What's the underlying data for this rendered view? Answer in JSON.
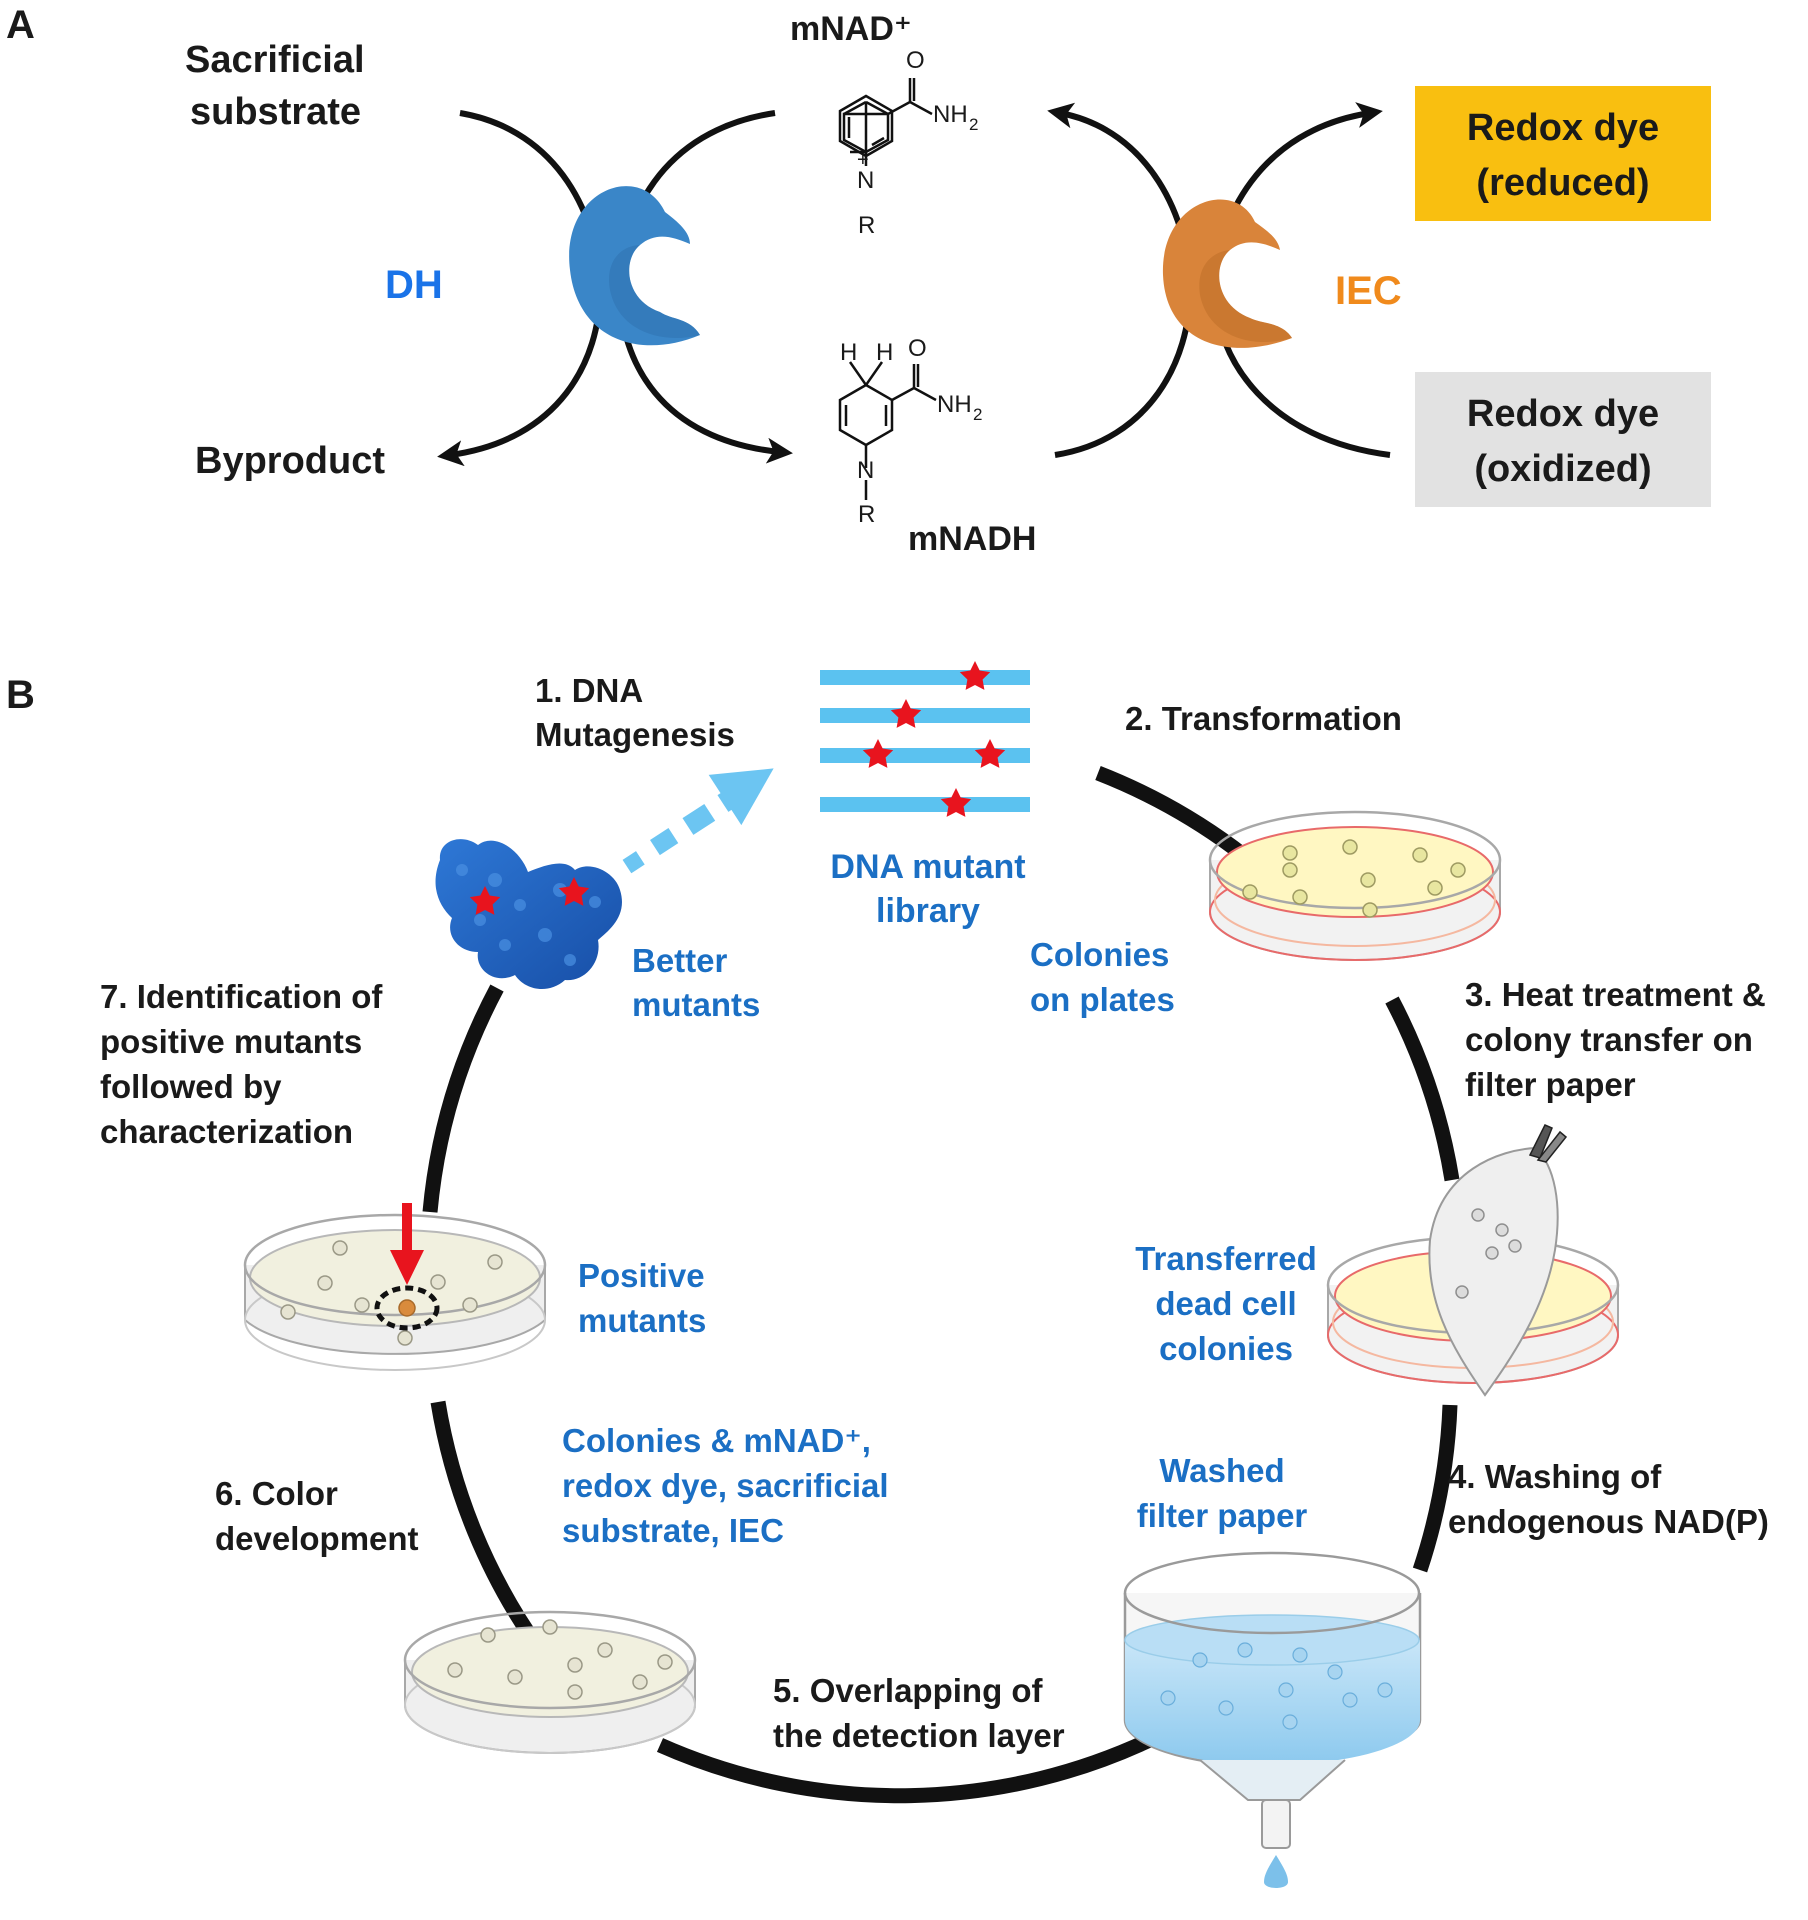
{
  "panel_a": {
    "label": "A",
    "sacrificial_substrate": [
      "Sacrificial",
      "substrate"
    ],
    "byproduct": "Byproduct",
    "dh": "DH",
    "iec": "IEC",
    "mnad_plus": "mNAD⁺",
    "mnadh": "mNADH",
    "dye_reduced": [
      "Redox dye",
      "(reduced)"
    ],
    "dye_oxidized": [
      "Redox dye",
      "(oxidized)"
    ],
    "chem_o": "O",
    "chem_nh2": "NH",
    "chem_nh2_sub": "2",
    "chem_n": "N",
    "chem_r": "R",
    "chem_h": "H",
    "chem_plus": "+",
    "colors": {
      "dh_enzyme": "#3a86c8",
      "iec_enzyme": "#d9843a",
      "dh_label": "#1a73e8",
      "iec_label": "#f08a1c",
      "reduced_box": "#f9bf10",
      "oxidized_box": "#e2e2e2"
    }
  },
  "panel_b": {
    "label": "B",
    "step1": [
      "1. DNA",
      "Mutagenesis"
    ],
    "step2": "2. Transformation",
    "step3": [
      "3. Heat treatment &",
      "colony transfer on",
      "filter paper"
    ],
    "step4": [
      "4. Washing of",
      "endogenous NAD(P)"
    ],
    "step5": [
      "5. Overlapping of",
      "the detection layer"
    ],
    "step6": [
      "6. Color",
      "development"
    ],
    "step7": [
      "7. Identification of",
      "positive mutants",
      "followed by",
      "characterization"
    ],
    "dna_library": [
      "DNA mutant",
      "library"
    ],
    "colonies_on_plates": [
      "Colonies",
      "on plates"
    ],
    "transferred": [
      "Transferred",
      "dead cell",
      "colonies"
    ],
    "washed": [
      "Washed",
      "filter paper"
    ],
    "detection_mix": [
      "Colonies & mNAD⁺,",
      "redox dye, sacrificial",
      "substrate, IEC"
    ],
    "positive_mutants": [
      "Positive",
      "mutants"
    ],
    "better_mutants": [
      "Better",
      "mutants"
    ],
    "colors": {
      "label_blue": "#1b6fc4",
      "dna_strand": "#5bc2f0",
      "mutation_star": "#e8141e",
      "protein": "#1f5fc8",
      "arrow_dashed": "#6cc5f2"
    }
  }
}
